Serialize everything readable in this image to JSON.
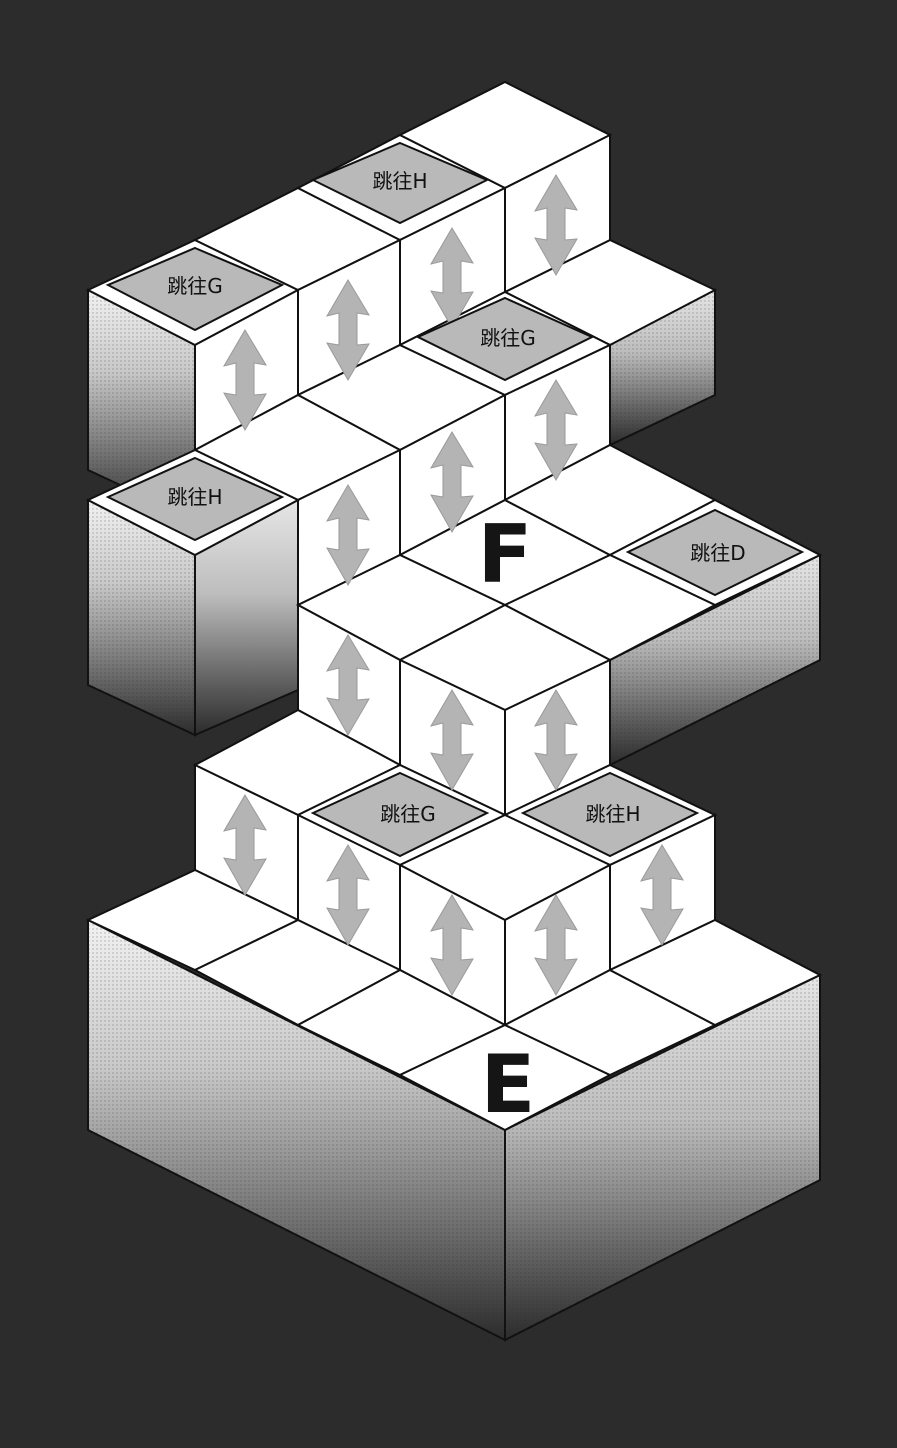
{
  "puzzle": {
    "start_tile_letter": "E",
    "middle_tile_letter": "F",
    "jump_tiles": [
      {
        "id": "top-h",
        "label": "跳往H"
      },
      {
        "id": "top-left-g",
        "label": "跳往G"
      },
      {
        "id": "upper-g",
        "label": "跳往G"
      },
      {
        "id": "left-h",
        "label": "跳往H"
      },
      {
        "id": "right-d",
        "label": "跳往D"
      },
      {
        "id": "lower-g",
        "label": "跳往G"
      },
      {
        "id": "lower-h",
        "label": "跳往H"
      }
    ],
    "arrow_icon": "up-down-arrow-icon",
    "colors": {
      "background": "#2c2c2c",
      "tile_top": "#ffffff",
      "jump_tile": "#b9b9b9",
      "arrow": "#b4b4b4",
      "ink": "#151515"
    }
  }
}
